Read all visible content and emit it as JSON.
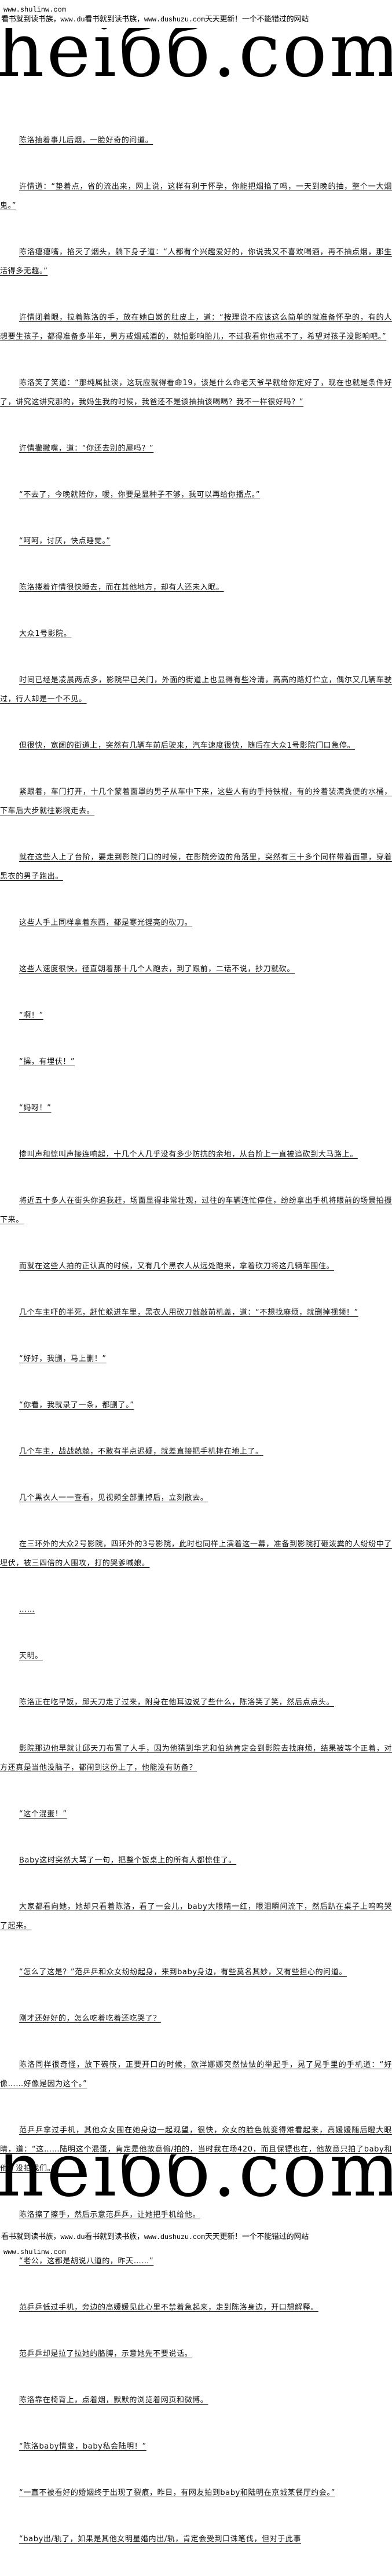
{
  "header": {
    "site_url": "www.shulinw.com",
    "banner": {
      "part1": "看书就到读书族，",
      "url1": "www.du",
      "part2": "看书就到读书族，",
      "url2": "www.dushuzu.com",
      "part3": "天天更新！一个不能错过的网站"
    },
    "logo_text": "heiбб.com"
  },
  "paragraphs": [
    "陈洛抽着事儿后烟，一脸好奇的问道。",
    "许情道：“垫着点，省的流出来，网上说，这样有利于怀孕，你能把烟掐了吗，一天到晚的抽，整个一大烟鬼。”",
    "陈洛瘪瘪嘴，掐灭了烟头，躺下身子道：“人都有个兴趣爱好的，你说我又不喜欢喝酒，再不抽点烟，那生活得多无趣。”",
    "许情闭着眼，拉着陈洛的手，放在她白嫩的肚皮上，道：“按理说不应该这么简单的就准备怀孕的，有的人想要生孩子，都得准备多半年，男方戒烟戒酒的，就怕影响胎儿，不过我看你也戒不了，希望对孩子没影响吧。”",
    "陈洛笑了笑道：“那纯属扯淡，这玩应就得看命19，该是什么命老天爷早就给你定好了，现在也就是条件好了，讲究这讲究那的，我妈生我的时候，我爸还不是该抽抽该喝喝？我不一样很好吗？”",
    "许情撇撇嘴，道：“你还去别的屋吗？”",
    "“不去了，今晚就陪你，嗳，你要是显种子不够，我可以再给你播点。”",
    "“呵呵，讨厌，快点睡觉。”",
    "陈洛搂着许情很快睡去，而在其他地方，却有人还未入眠。",
    "大众1号影院。",
    "时间已经是凌晨两点多，影院早已关门，外面的街道上也显得有些冷清，高高的路灯伫立，偶尔又几辆车驶过，行人却是一个不见。",
    "但很快，宽阔的街道上，突然有几辆车前后驶来，汽车速度很快，随后在大众1号影院门口急停。",
    "紧跟着，车门打开，十几个蒙着面罩的男子从车中下来，这些人有的手持铁棍，有的拎着装满粪便的水桶，下车后大步就往影院走去。",
    "就在这些人上了台阶，要走到影院门口的时候，在影院旁边的角落里，突然有三十多个同样带着面罩，穿着黑衣的男子跑出。",
    "这些人手上同样拿着东西，都是寒光铿亮的砍刀。",
    "这些人速度很快，径直朝着那十几个人跑去，到了跟前，二话不说，抄刀就砍。",
    "“啊！”",
    "“操，有埋伏！”",
    "“妈呀！”",
    "惨叫声和惊叫声接连响起，十几个人几乎没有多少防抗的余地，从台阶上一直被追砍到大马路上。",
    "将近五十多人在街头你追我赶，场面显得非常壮观，过往的车辆连忙停住，纷纷拿出手机将眼前的场景拍摄下来。",
    "而就在这些人拍的正认真的时候，又有几个黑衣人从远处跑来，拿着砍刀将这几辆车围住。",
    "几个车主吓的半死，赶忙躲进车里，黑衣人用砍刀敲敲前机盖，道：“不想找麻烦，就删掉视频！”",
    "“好好，我删，马上删！”",
    "“你看，我就录了一条，都删了。”",
    "几个车主，战战兢兢，不敢有半点迟疑，就差直接把手机摔在地上了。",
    "几个黑衣人一一查看，见视频全部删掉后，立刻散去。",
    "在三环外的大众2号影院，四环外的3号影院，此时也同样上演着这一幕，准备到影院打砸泼粪的人纷纷中了埋伏，被三四倍的人围攻，打的哭爹喊娘。",
    "……",
    "天明。",
    "陈洛正在吃早饭，邱天刀走了过来，附身在他耳边说了些什么，陈洛笑了笑，然后点点头。",
    "影院那边他早就让邱天刀布置了人手，因为他猜到华艺和伯纳肯定会到影院去找麻烦，结果被等个正着，对方还真是当他没脑子，都闹到这份上了，他能没有防备？",
    "“这个混蛋！”",
    "Baby这时突然大骂了一句，把整个饭桌上的所有人都惊住了。",
    "大家都看向她，她却只看着陈洛，看了一会儿，baby大眼睛一红，眼泪瞬间流下，然后趴在桌子上呜呜哭了起来。",
    "“怎么了这是？”范乒乒和众女纷纷起身，来到baby身边，有些莫名其妙，又有些担心的问道。",
    "刚才还好好的，怎么吃着吃着还吃哭了？",
    "陈洛同样很奇怪，放下碗筷，正要开口的时候，欧洋娜娜突然怯怯的举起手，晃了晃手里的手机道：“好像……好像是因为这个。”",
    "范乒乒拿过手机，其他众女围在她身边一起观望，很快，众女的脸色就变得难看起来，高媛媛随后瞪大眼睛，道：“这……陆明这个混蛋，肯定是他故意偷/拍的，当时我在场420，而且保镖也在，他故意只拍了baby和他，没拍我们。”",
    "陈洛擦了擦手，然后示意范乒乒，让她把手机给他。",
    "“老公，这都是胡说八道的，昨天……”",
    "范乒乒低过手机，旁边的高媛媛见此心里不禁着急起来，走到陈洛身边，开口想解释。",
    "范乒乒却是拉了拉她的胳膊，示意她先不要说话。",
    "陈洛靠在椅背上，点着烟，默默的浏览着网页和微博。",
    "“陈洛baby情变，baby私会陆明！”",
    "“一直不被看好的婚姻终于出现了裂痕，昨日，有网友拍到baby和陆明在京城某餐厅约会。”",
    "“baby出/轨了，如果是其他女明星婚内出/轨，肯定会受到口诛笔伐，但对于此事"
  ],
  "footer": {
    "logo_text": "heiбб.com",
    "banner": {
      "part1": "看书就到读书族，",
      "url1": "www.du",
      "part2": "看书就到读书族，",
      "url2": "www.dushuzu.com",
      "part3": "天天更新！一个不能错过的网站"
    },
    "site_url": "www.shulinw.com"
  }
}
